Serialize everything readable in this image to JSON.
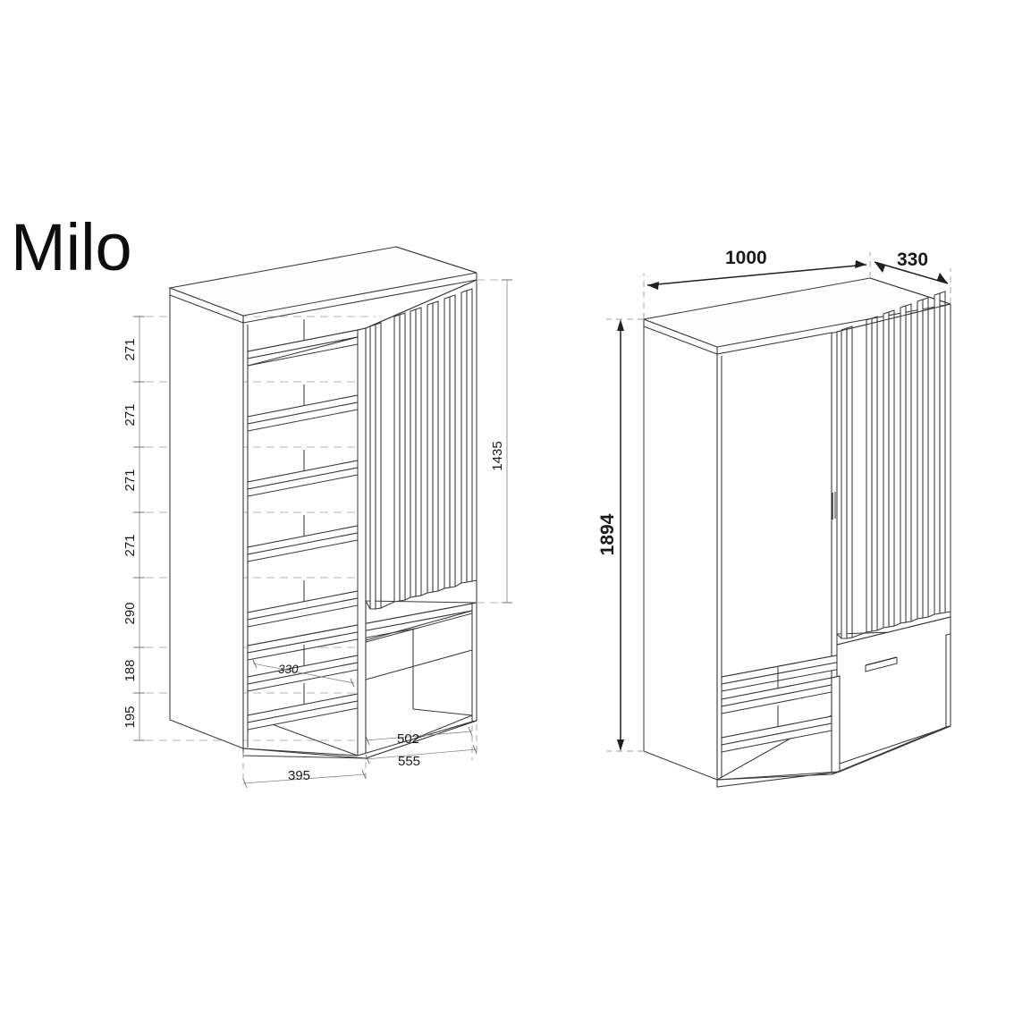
{
  "document": {
    "title": "Milo",
    "type": "furniture-assembly-technical-drawing",
    "background_color": "#ffffff",
    "line_color": "#3a3a3a",
    "dimension_color": "#8a8a8a",
    "text_color": "#1a1a1a"
  },
  "views": {
    "left": {
      "name": "open-interior-isometric-view",
      "description": "Cabinet shown with doors removed revealing shelves and compartments"
    },
    "right": {
      "name": "closed-exterior-isometric-view",
      "description": "Cabinet shown closed with slatted door front and drawer"
    }
  },
  "dimensions": {
    "left_chain": [
      {
        "label": "271",
        "id": "shelf-gap-1"
      },
      {
        "label": "271",
        "id": "shelf-gap-2"
      },
      {
        "label": "271",
        "id": "shelf-gap-3"
      },
      {
        "label": "271",
        "id": "shelf-gap-4"
      },
      {
        "label": "290",
        "id": "compartment-gap-5"
      },
      {
        "label": "188",
        "id": "compartment-gap-6"
      },
      {
        "label": "195",
        "id": "base-gap-7"
      }
    ],
    "right_of_left_view": [
      {
        "label": "1435",
        "id": "door-opening-height"
      }
    ],
    "inside_left_view": [
      {
        "label": "330",
        "id": "shelf-depth"
      }
    ],
    "bottom_left_view": [
      {
        "label": "502",
        "id": "right-compartment-width"
      },
      {
        "label": "555",
        "id": "right-section-width"
      },
      {
        "label": "395",
        "id": "left-section-width"
      }
    ],
    "right_view_top": [
      {
        "label": "1000",
        "id": "overall-width"
      },
      {
        "label": "330",
        "id": "overall-depth"
      }
    ],
    "right_view_side": [
      {
        "label": "1894",
        "id": "overall-height"
      }
    ]
  }
}
